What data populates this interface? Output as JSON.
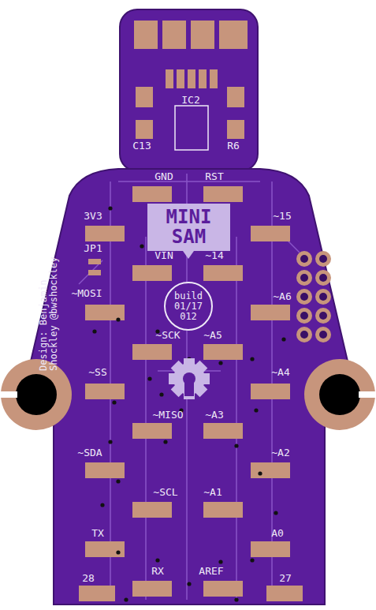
{
  "diagram": {
    "nodes": [
      {
        "text": [
          "MINI SAM"
        ]
      },
      {
        "text": [
          "build 01/17 012"
        ]
      }
    ],
    "labels": [
      "IC2",
      "C13",
      "R6",
      "GND",
      "RST",
      "3V3",
      "~15",
      "JP1",
      "VIN",
      "~14",
      "~MOSI",
      "~A6",
      "~SCK",
      "~A5",
      "~SS",
      "~A4",
      "~MISO",
      "~A3",
      "~SDA",
      "~A2",
      "~SCL",
      "~A1",
      "TX",
      "A0",
      "28",
      "RX",
      "AREF",
      "27",
      "Design: Benjamin Shockley @bwshockley"
    ]
  }
}
